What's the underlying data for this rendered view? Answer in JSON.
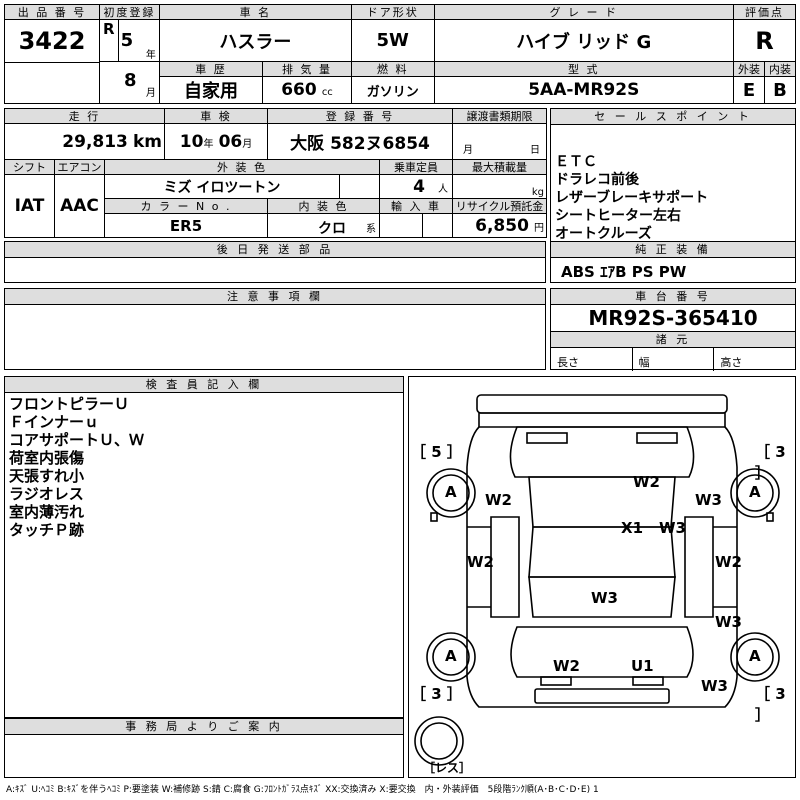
{
  "header": {
    "lot_label": "出 品 番 号",
    "lot_no": "3422",
    "first_reg_label": "初度登録",
    "era": "R",
    "year": "5",
    "year_unit": "年",
    "month": "8",
    "month_unit": "月",
    "name_label": "車 名",
    "car_name": "ハスラー",
    "door_label": "ドア形状",
    "door": "5W",
    "grade_label": "グ レ ー ド",
    "grade": "ハイブ リッド G",
    "score_label": "評価点",
    "score": "R",
    "history_label": "車 歴",
    "history": "自家用",
    "disp_label": "排 気 量",
    "disp": "660",
    "disp_unit": "cc",
    "fuel_label": "燃 料",
    "fuel": "ガソリン",
    "model_label": "型 式",
    "model": "5AA-MR92S",
    "ext_label": "外装",
    "ext": "E",
    "int_label": "内装",
    "int": "B"
  },
  "row2": {
    "mileage_label": "走 行",
    "mileage": "29,813",
    "mileage_unit": "km",
    "inspect_label": "車 検",
    "inspect_y": "10",
    "inspect_y_unit": "年",
    "inspect_m": "06",
    "inspect_m_unit": "月",
    "reg_label": "登 録 番 号",
    "reg": "大阪 582ヌ6854",
    "transfer_label": "譲渡書類期限",
    "transfer_m": "月",
    "transfer_d": "日",
    "shift_label": "シフト",
    "shift": "IAT",
    "ac_label": "エアコン",
    "ac": "AAC",
    "color_label": "外 装 色",
    "color": "ミズ イロツートン",
    "capacity_label": "乗車定員",
    "capacity": "4",
    "capacity_unit": "人",
    "load_label": "最大積載量",
    "load_unit": "kg",
    "color_no_label": "カ ラ ー N o .",
    "color_no": "ER5",
    "int_color_label": "内 装 色",
    "int_color": "クロ",
    "int_color_unit": "系",
    "import_label": "輸 入 車",
    "recycle_label": "リサイクル預託金",
    "recycle": "6,850",
    "recycle_unit": "円"
  },
  "sales": {
    "label": "セ ー ル ス ポ イ ン ト",
    "items": [
      "ＥＴＣ",
      "ドラレコ前後",
      "レザーブレーキサポート",
      "シートヒーター左右",
      "オートクルーズ"
    ]
  },
  "later_parts_label": "後 日 発 送 部 品",
  "equip": {
    "label": "純 正 装 備",
    "value": "ABS ｴｱB PS PW"
  },
  "caution_label": "注 意 事 項 欄",
  "chassis": {
    "label": "車 台 番 号",
    "value": "MR92S-365410"
  },
  "dims": {
    "label": "諸 元",
    "length": "長さ",
    "width": "幅",
    "height": "高さ"
  },
  "inspector": {
    "label": "検 査 員 記 入 欄",
    "lines": [
      "フロントピラーＵ",
      "Ｆインナーｕ",
      "コアサポートＵ、Ｗ",
      "荷室内張傷",
      "天張すれ小",
      "ラジオレス",
      "室内薄汚れ",
      "タッチＰ跡"
    ]
  },
  "office_label": "事 務 局 よ り ご 案 内",
  "diagram": {
    "tire_fl": "［ 5 ］",
    "tire_fr": "［ 3 ］",
    "tire_rl": "［ 3 ］",
    "tire_rr": "［ 3 ］",
    "spare": "［レス］",
    "wheel": "A",
    "marks": {
      "hood": "W2",
      "front_left_fender": "W2",
      "front_right_fender": "W3",
      "roof": "X1",
      "roof2": "W3",
      "left_door": "W2",
      "right_door": "W2",
      "rear_glass": "W3",
      "rear_right": "W3",
      "rear_left": "W2",
      "trunk": "U1",
      "rear_bumper_right": "W3"
    }
  },
  "legend": "A:ｷｽﾞ U:ﾍｺﾐ B:ｷｽﾞを伴うﾍｺﾐ P:要塗装 W:補修跡 S:錆 C:腐食 G:ﾌﾛﾝﾄｶﾞﾗｽ点ｷｽﾞ XX:交換済み X:要交換　内・外装評価　5段階ﾗﾝｸ順(A･B･C･D･E) 1"
}
